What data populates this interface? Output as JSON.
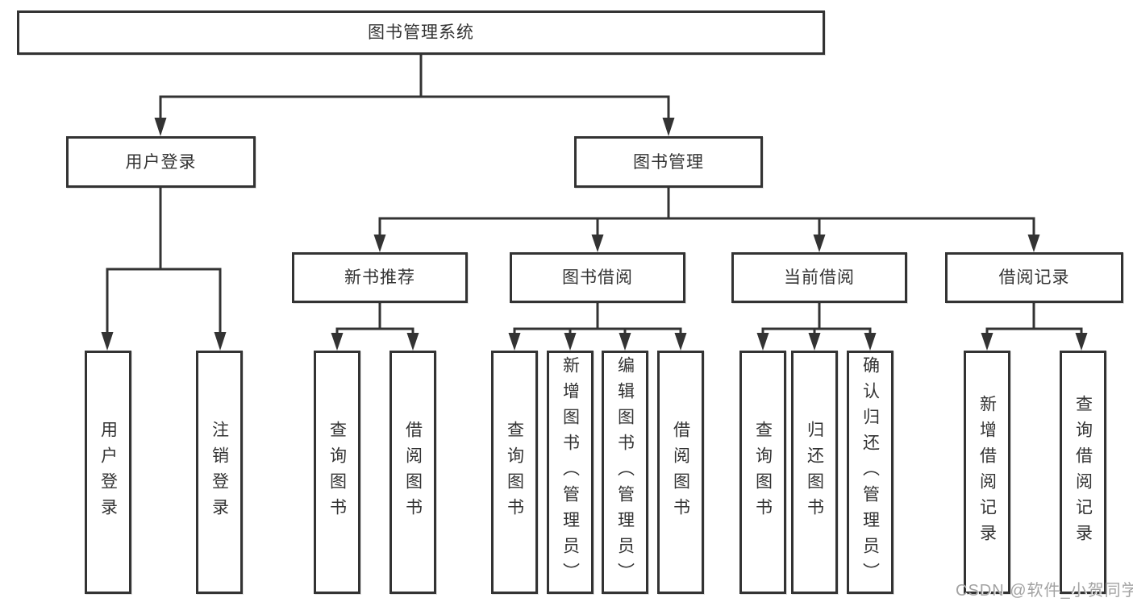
{
  "diagram": {
    "root": {
      "label": "图书管理系统"
    },
    "level1": [
      {
        "label": "用户登录"
      },
      {
        "label": "图书管理"
      }
    ],
    "level2": [
      {
        "label": "新书推荐",
        "parent": "图书管理"
      },
      {
        "label": "图书借阅",
        "parent": "图书管理"
      },
      {
        "label": "当前借阅",
        "parent": "图书管理"
      },
      {
        "label": "借阅记录",
        "parent": "图书管理"
      }
    ],
    "leaves": [
      {
        "label": "用户登录",
        "parent": "用户登录"
      },
      {
        "label": "注销登录",
        "parent": "用户登录"
      },
      {
        "label": "查询图书",
        "parent": "新书推荐"
      },
      {
        "label": "借阅图书",
        "parent": "新书推荐"
      },
      {
        "label": "查询图书",
        "parent": "图书借阅"
      },
      {
        "label": "新增图书（管理员）",
        "parent": "图书借阅"
      },
      {
        "label": "编辑图书（管理员）",
        "parent": "图书借阅"
      },
      {
        "label": "借阅图书",
        "parent": "图书借阅"
      },
      {
        "label": "查询图书",
        "parent": "当前借阅"
      },
      {
        "label": "归还图书",
        "parent": "当前借阅"
      },
      {
        "label": "确认归还（管理员）",
        "parent": "当前借阅"
      },
      {
        "label": "新增借阅记录",
        "parent": "借阅记录"
      },
      {
        "label": "查询借阅记录",
        "parent": "借阅记录"
      }
    ]
  },
  "watermark": {
    "text": "CSDN @软件_小贺同学"
  },
  "colors": {
    "line": "#333333",
    "text": "#333333",
    "watermark_gray": "#a3a3a3",
    "background": "#ffffff"
  }
}
